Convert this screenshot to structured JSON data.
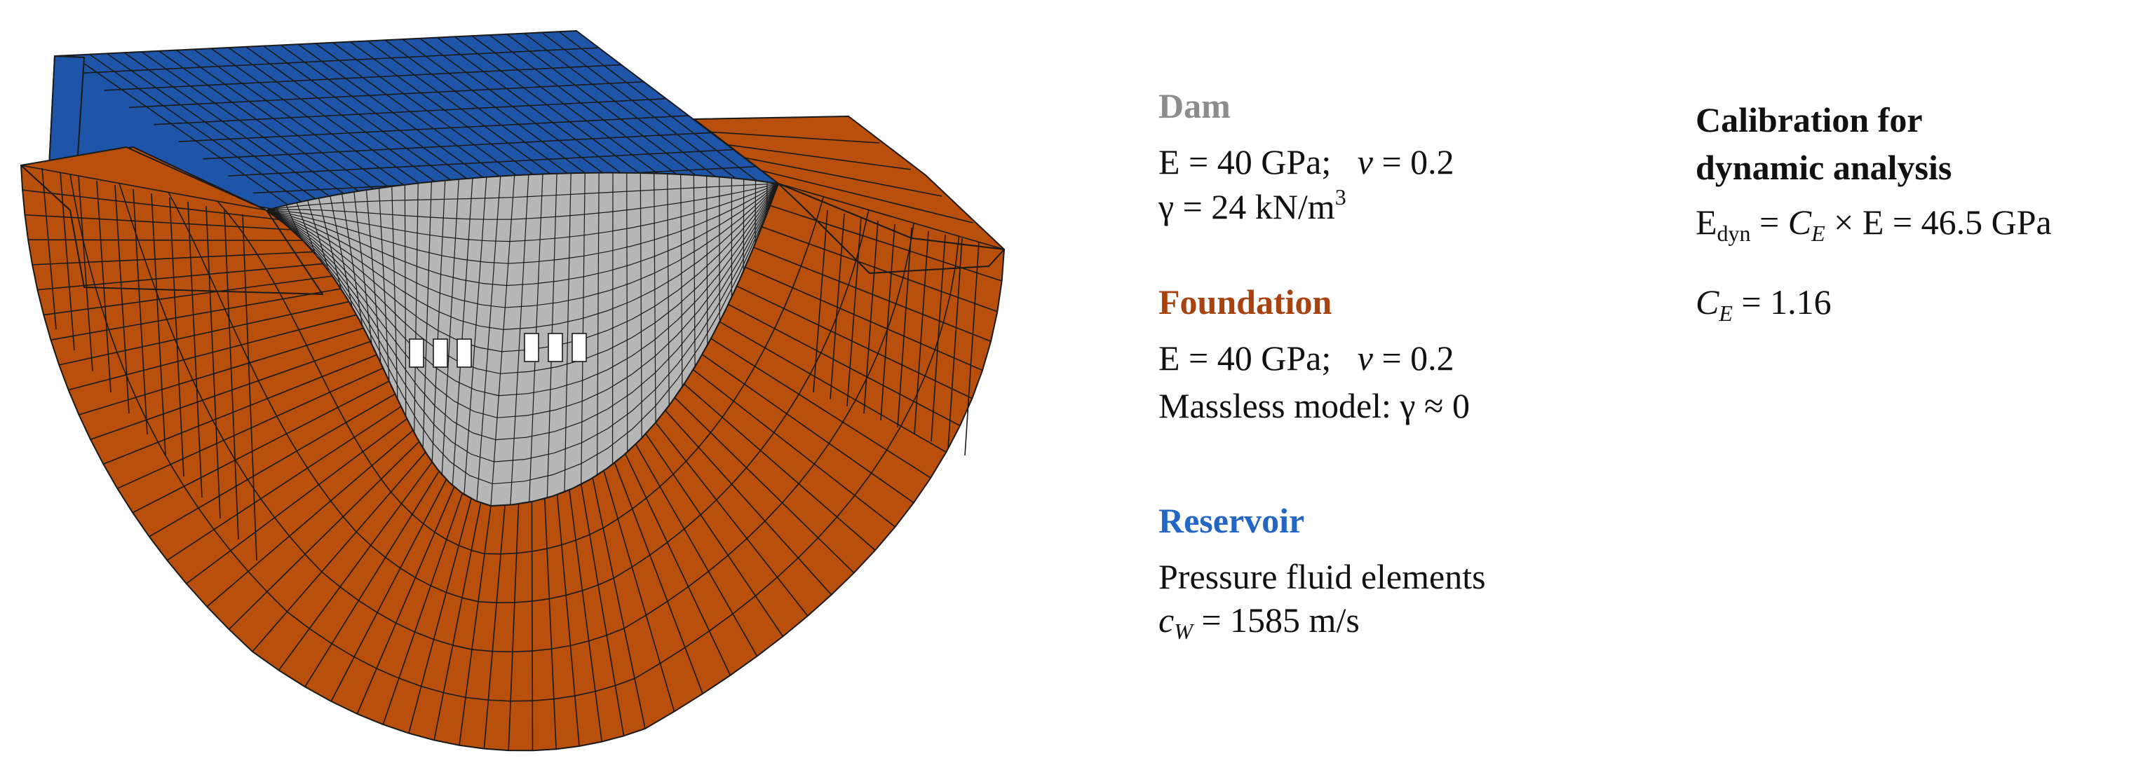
{
  "colors": {
    "dam": "#b6b6b6",
    "dam_label": "#8c8c8c",
    "foundation": "#b84f0c",
    "foundation_label": "#a8420f",
    "reservoir": "#1f55a8",
    "reservoir_label": "#2366c4",
    "mesh_lines": "#1a1a1a"
  },
  "dam": {
    "title": "Dam",
    "E": "E = 40 GPa;",
    "nu_sym": "ν",
    "nu_val": " = 0.2",
    "gamma": "γ = 24 kN/m",
    "gamma_sup": "3"
  },
  "foundation": {
    "title": "Foundation",
    "E": "E = 40 GPa;",
    "nu_sym": "ν",
    "nu_val": " = 0.2",
    "massless": "Massless model: γ ≈ 0"
  },
  "reservoir": {
    "title": "Reservoir",
    "line1": "Pressure fluid elements",
    "cw_sym": "c",
    "cw_sub": "W",
    "cw_val": " = 1585 m/s"
  },
  "calibration": {
    "title_line1": "Calibration for",
    "title_line2": "dynamic analysis",
    "edyn_E": "E",
    "edyn_sub": "dyn",
    "edyn_eq": " = ",
    "ce_sym": "C",
    "ce_sub": "E",
    "edyn_rest": " × E = 46.5 GPa",
    "ce_val": " = 1.16"
  },
  "icons": {
    "mesh": "finite-element-mesh"
  }
}
